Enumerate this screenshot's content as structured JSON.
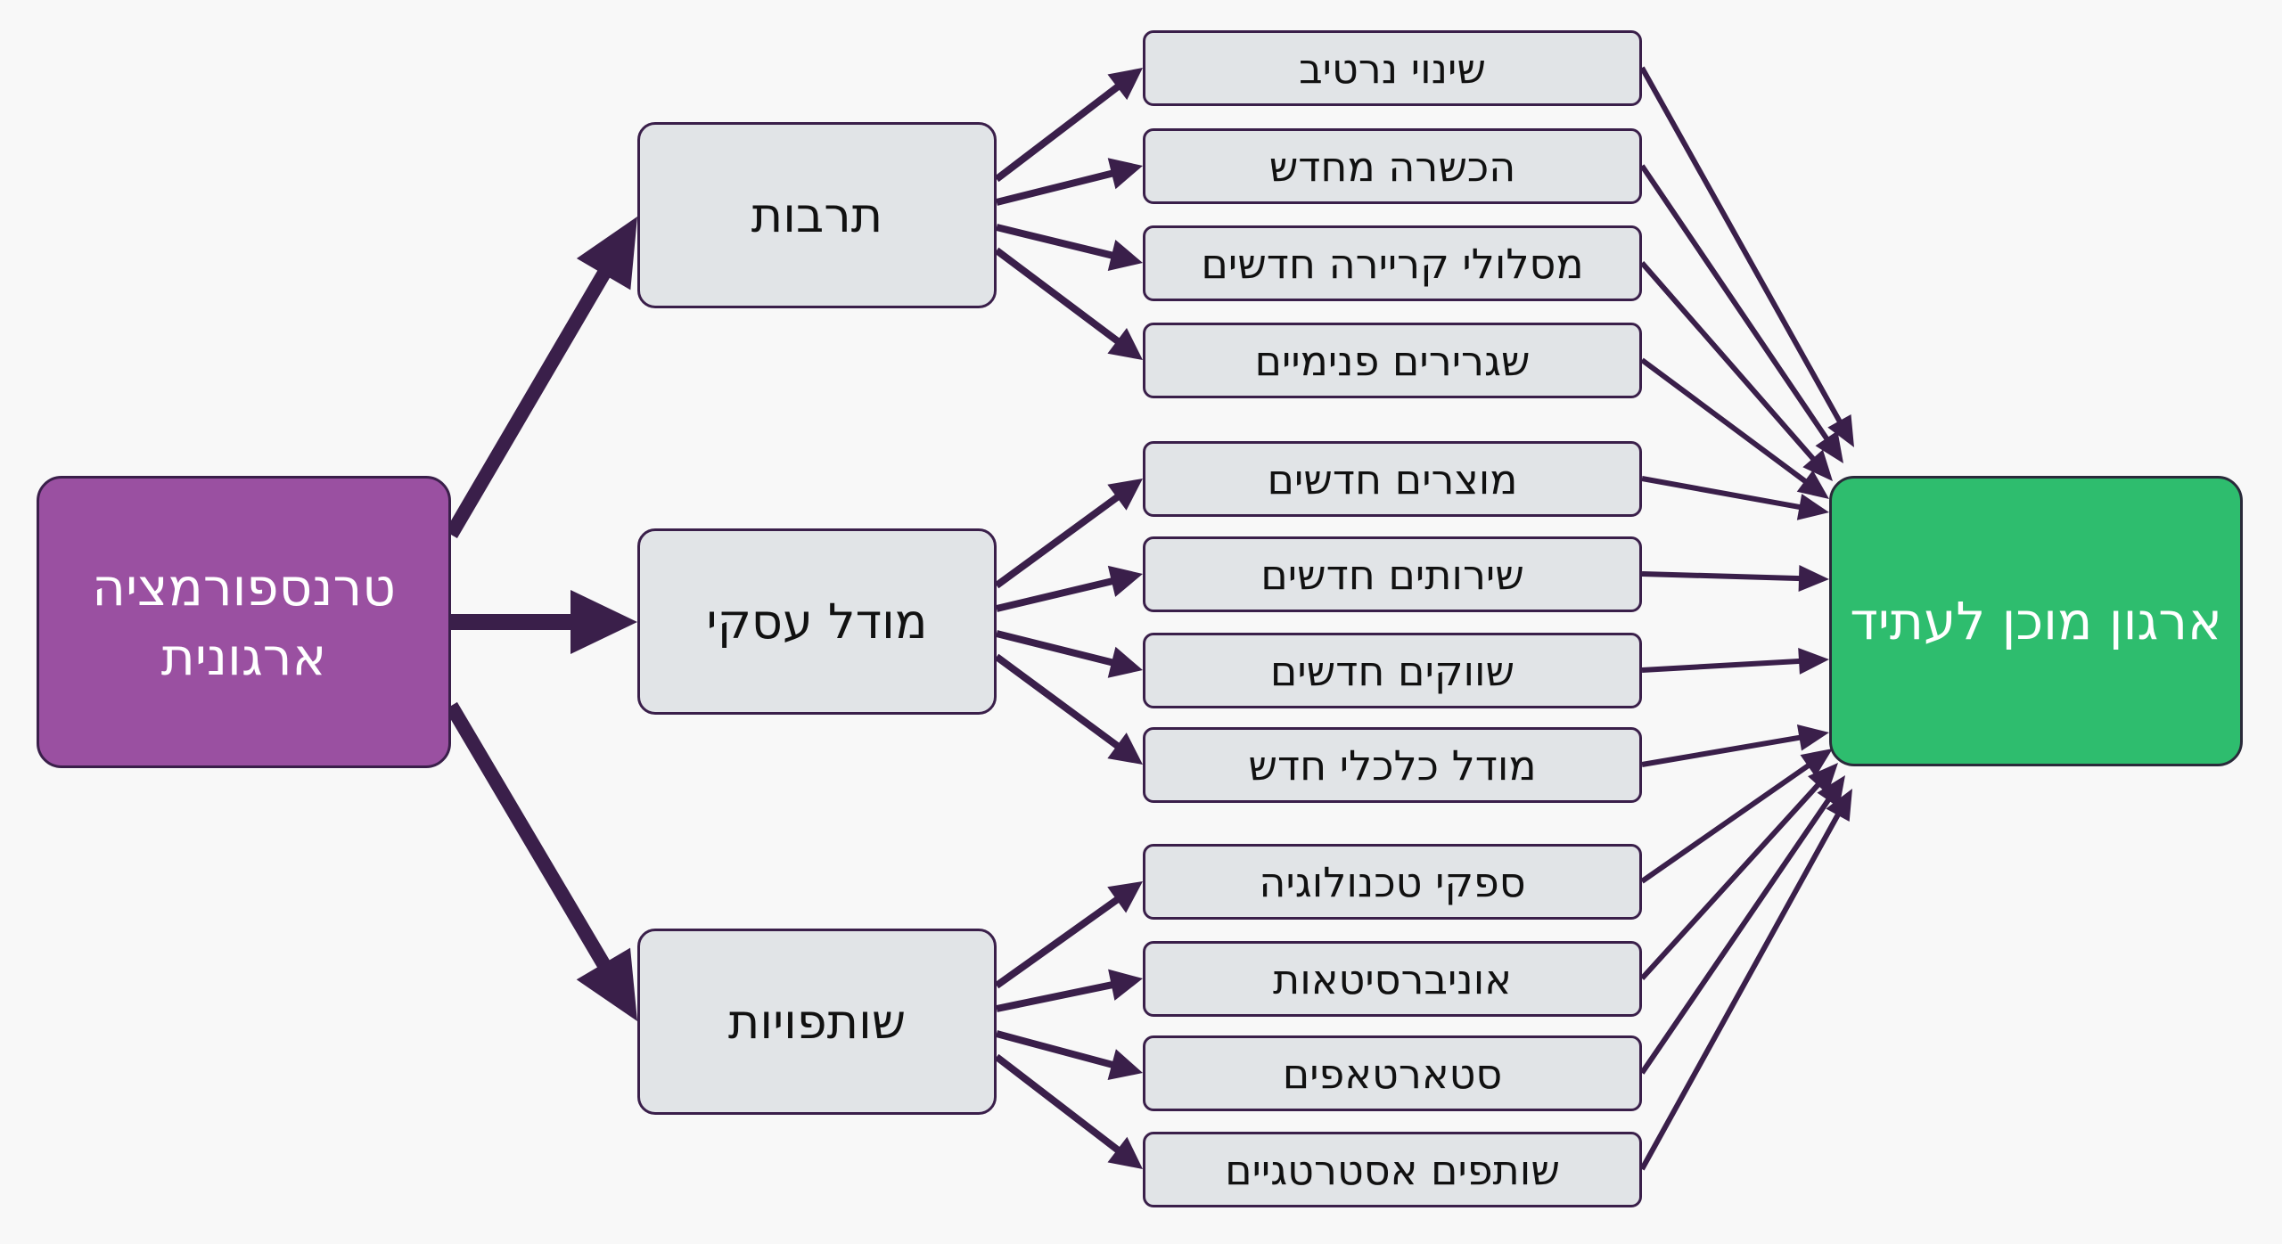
{
  "colors": {
    "background": "#f8f8f8",
    "source_fill": "#9a50a1",
    "target_fill": "#2ebd6e",
    "box_fill": "#e1e4e7",
    "arrow": "#3a1f4a"
  },
  "source": {
    "label": "טרנספורמציה ארגונית"
  },
  "target": {
    "label": "ארגון מוכן לעתיד"
  },
  "branches": [
    {
      "label": "תרבות",
      "items": [
        "שינוי נרטיב",
        "הכשרה מחדש",
        "מסלולי קריירה חדשים",
        "שגרירים פנימיים"
      ]
    },
    {
      "label": "מודל עסקי",
      "items": [
        "מוצרים חדשים",
        "שירותים חדשים",
        "שווקים חדשים",
        "מודל כלכלי חדש"
      ]
    },
    {
      "label": "שותפויות",
      "items": [
        "ספקי טכנולוגיה",
        "אוניברסיטאות",
        "סטארטאפים",
        "שותפים אסטרטגיים"
      ]
    }
  ]
}
